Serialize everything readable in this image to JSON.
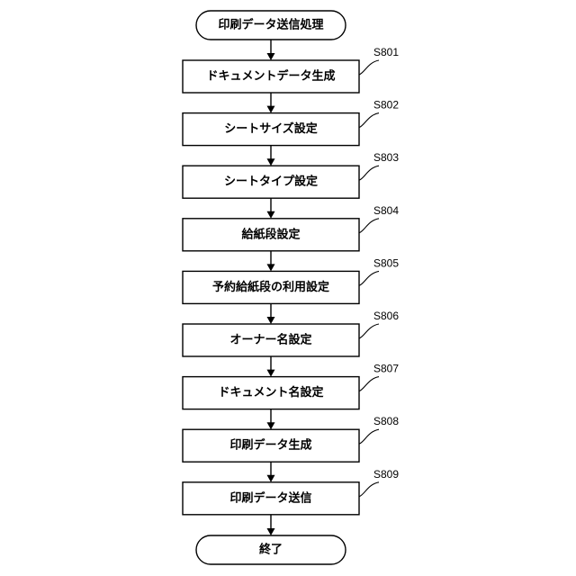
{
  "flowchart": {
    "start": {
      "label": "印刷データ送信処理"
    },
    "end": {
      "label": "終了"
    },
    "steps": [
      {
        "id": "S801",
        "label": "ドキュメントデータ生成"
      },
      {
        "id": "S802",
        "label": "シートサイズ設定"
      },
      {
        "id": "S803",
        "label": "シートタイプ設定"
      },
      {
        "id": "S804",
        "label": "給紙段設定"
      },
      {
        "id": "S805",
        "label": "予約給紙段の利用設定"
      },
      {
        "id": "S806",
        "label": "オーナー名設定"
      },
      {
        "id": "S807",
        "label": "ドキュメント名設定"
      },
      {
        "id": "S808",
        "label": "印刷データ生成"
      },
      {
        "id": "S809",
        "label": "印刷データ送信"
      }
    ]
  }
}
